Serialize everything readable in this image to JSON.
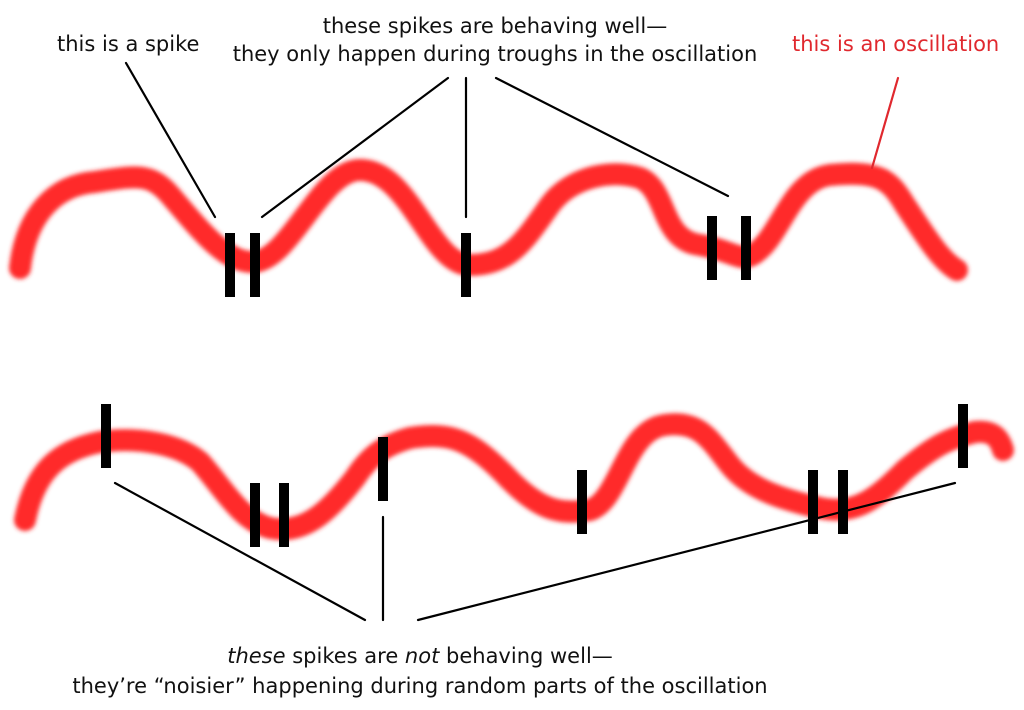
{
  "labels": {
    "spike": "this is a spike",
    "well_line1": "these spikes are behaving well—",
    "well_line2": "they only happen during troughs in the oscillation",
    "oscillation": "this is an oscillation",
    "bad_these": "these",
    "bad_mid": " spikes are ",
    "bad_not": "not",
    "bad_end": " behaving well—",
    "bad_line2": "they’re “noisier” happening during random parts of the oscillation"
  },
  "colors": {
    "oscillation": "#ff2a2a",
    "spike": "#000000",
    "pointer": "#000000",
    "oscillation_label": "#e0282e"
  }
}
